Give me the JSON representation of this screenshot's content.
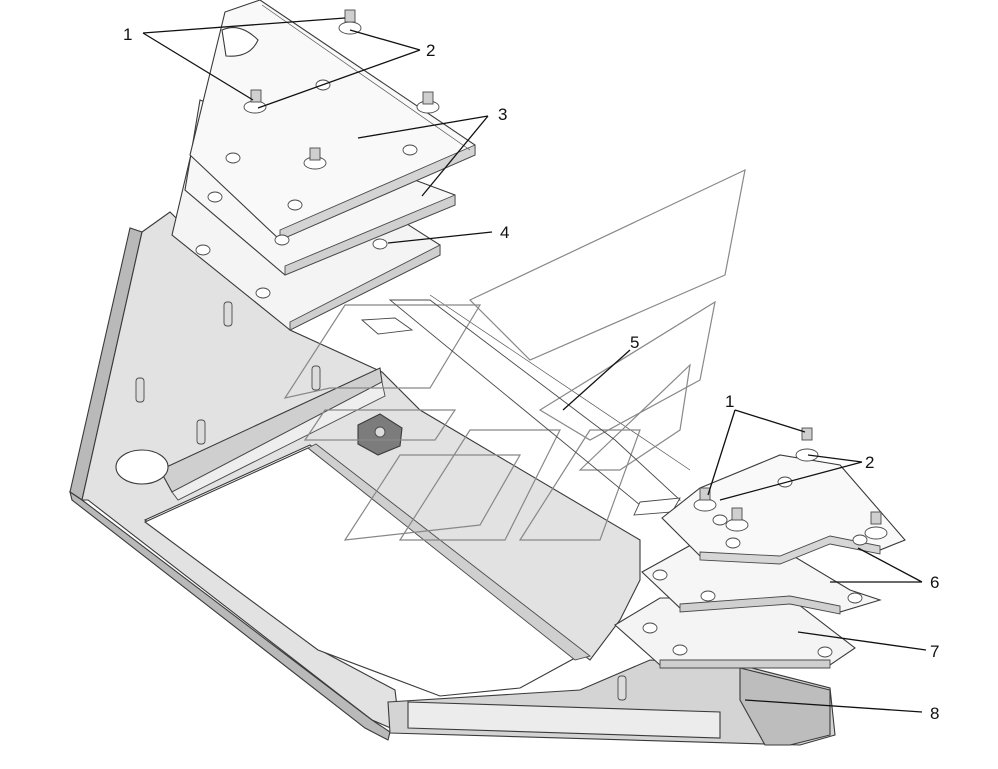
{
  "colors": {
    "background": "#ffffff",
    "frame": "#e2e2e2",
    "frame_side": "#b9b9b9",
    "frame_dark": "#8a8a8a",
    "plate": "#f4f4f4",
    "plate_side": "#cfcfcf",
    "watermark": "#888888",
    "line": "#111111"
  },
  "callouts": {
    "c1a": "1",
    "c2a": "2",
    "c3": "3",
    "c4": "4",
    "c5": "5",
    "c1b": "1",
    "c2b": "2",
    "c6": "6",
    "c7": "7",
    "c8": "8"
  }
}
